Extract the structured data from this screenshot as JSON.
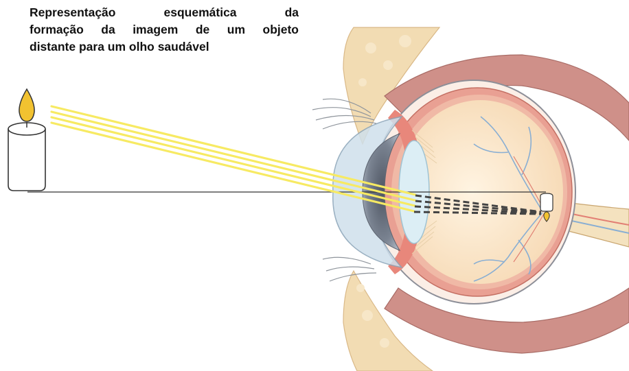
{
  "title": {
    "lines": [
      "Representação esquemática da",
      "formação da imagem de um objeto",
      "distante para um olho saudável"
    ]
  },
  "colors": {
    "light_rays": "#f7ea63",
    "flame": "#f2c230",
    "eye_muscle": "#c98a84",
    "fat_tissue": "#f3ddb4",
    "retina_red": "#e27f74",
    "vitreous": "#fdebd2",
    "blood_vessel": "#88aed3",
    "outline": "#333333",
    "image_rays": "#444444"
  },
  "icons": {
    "object": "candle-icon",
    "image": "inverted-candle-icon"
  }
}
